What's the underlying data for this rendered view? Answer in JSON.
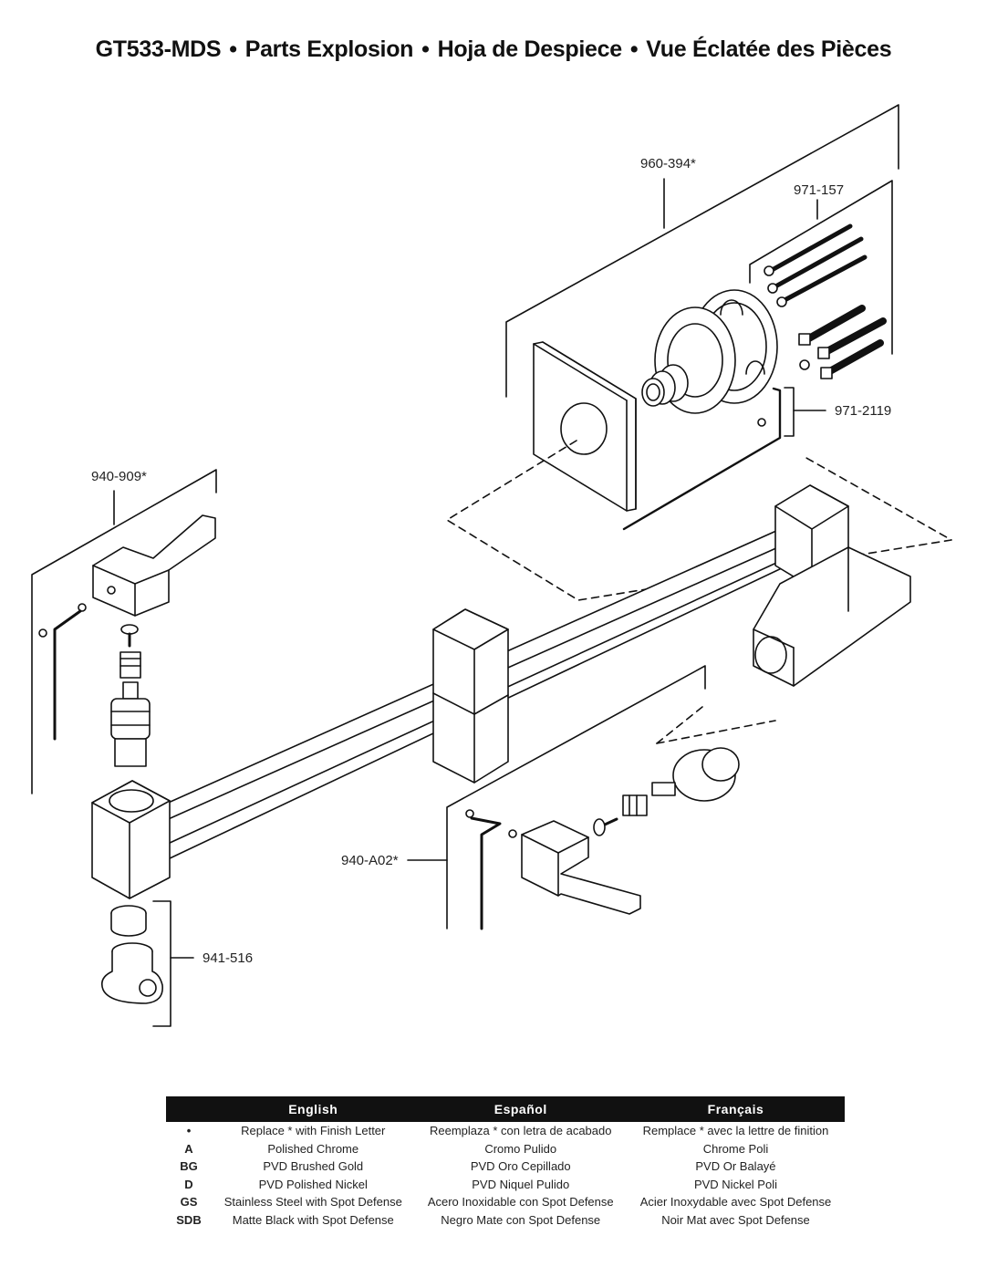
{
  "title": {
    "model": "GT533-MDS",
    "separator": "•",
    "en": "Parts Explosion",
    "es": "Hoja de Despiece",
    "fr": "Vue Éclatée des Pièces"
  },
  "parts": {
    "p960_394": "960-394*",
    "p971_157": "971-157",
    "p971_2119": "971-2119",
    "p940_909": "940-909*",
    "p940_A02": "940-A02*",
    "p941_516": "941-516"
  },
  "legend": {
    "headers": [
      "English",
      "Español",
      "Français"
    ],
    "rows": [
      {
        "code": "•",
        "en": "Replace * with Finish Letter",
        "es": "Reemplaza * con letra de acabado",
        "fr": "Remplace * avec la lettre de finition"
      },
      {
        "code": "A",
        "en": "Polished Chrome",
        "es": "Cromo Pulido",
        "fr": "Chrome Poli"
      },
      {
        "code": "BG",
        "en": "PVD Brushed Gold",
        "es": "PVD Oro Cepillado",
        "fr": "PVD Or Balayé"
      },
      {
        "code": "D",
        "en": "PVD Polished Nickel",
        "es": "PVD Niquel Pulido",
        "fr": "PVD Nickel Poli"
      },
      {
        "code": "GS",
        "en": "Stainless Steel with Spot Defense",
        "es": "Acero Inoxidable con Spot Defense",
        "fr": "Acier Inoxydable avec Spot Defense"
      },
      {
        "code": "SDB",
        "en": "Matte Black with Spot Defense",
        "es": "Negro Mate con Spot Defense",
        "fr": "Noir Mat avec Spot Defense"
      }
    ]
  }
}
